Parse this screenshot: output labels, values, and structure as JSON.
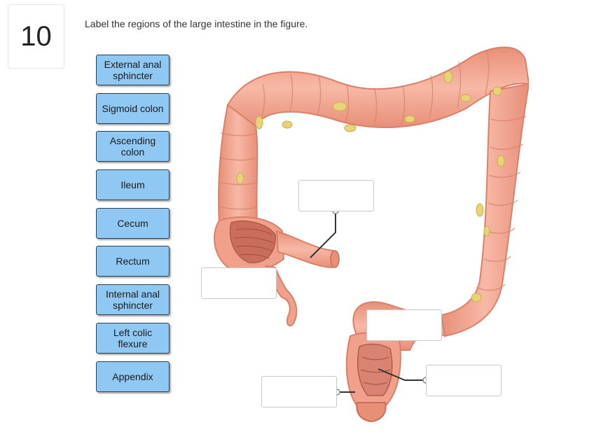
{
  "question": {
    "number": "10",
    "prompt": "Label the regions of the large intestine in the figure."
  },
  "labels": [
    {
      "text": "External anal sphincter"
    },
    {
      "text": "Sigmoid colon"
    },
    {
      "text": "Ascending colon"
    },
    {
      "text": "Ileum"
    },
    {
      "text": "Cecum"
    },
    {
      "text": "Rectum"
    },
    {
      "text": "Internal anal sphincter"
    },
    {
      "text": "Left colic flexure"
    },
    {
      "text": "Appendix"
    }
  ],
  "colors": {
    "label_fill": "#90c8f4",
    "label_border": "#2c3e50",
    "intestine": "#f2a48e",
    "intestine_dark": "#d9806a",
    "fat": "#e8d27a"
  }
}
